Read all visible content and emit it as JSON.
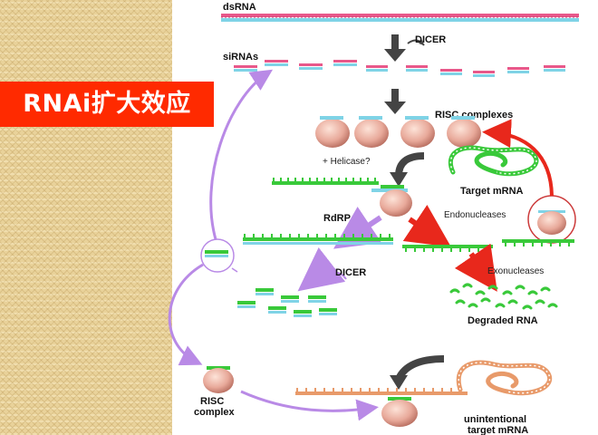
{
  "title": "RNAi扩大效应",
  "diagram": {
    "dsrna": "dsRNA",
    "sirnas": "siRNAs",
    "dicer_top": "DICER",
    "risc_complexes": "RISC complexes",
    "helicase": "+ Helicase?",
    "target_mrna": "Target mRNA",
    "rdrp": "RdRP",
    "endonucleases": "Endonucleases",
    "dicer_mid": "DICER",
    "exonucleases": "Exonucleases",
    "degraded_rna": "Degraded RNA",
    "risc_complex_line1": "RISC",
    "risc_complex_line2": "complex",
    "unintentional_line1": "unintentional",
    "unintentional_line2": "target mRNA"
  },
  "colors": {
    "title_bg": "#ff2a00",
    "rna_pink": "#e8588a",
    "rna_blue": "#7fd3e6",
    "rna_green": "#39c93a",
    "rna_orange": "#e89a6a",
    "risc_ball": "#e8a99a",
    "arrow_purple": "#b98ae6",
    "arrow_red": "#e8281c",
    "arrow_dark": "#333333"
  }
}
